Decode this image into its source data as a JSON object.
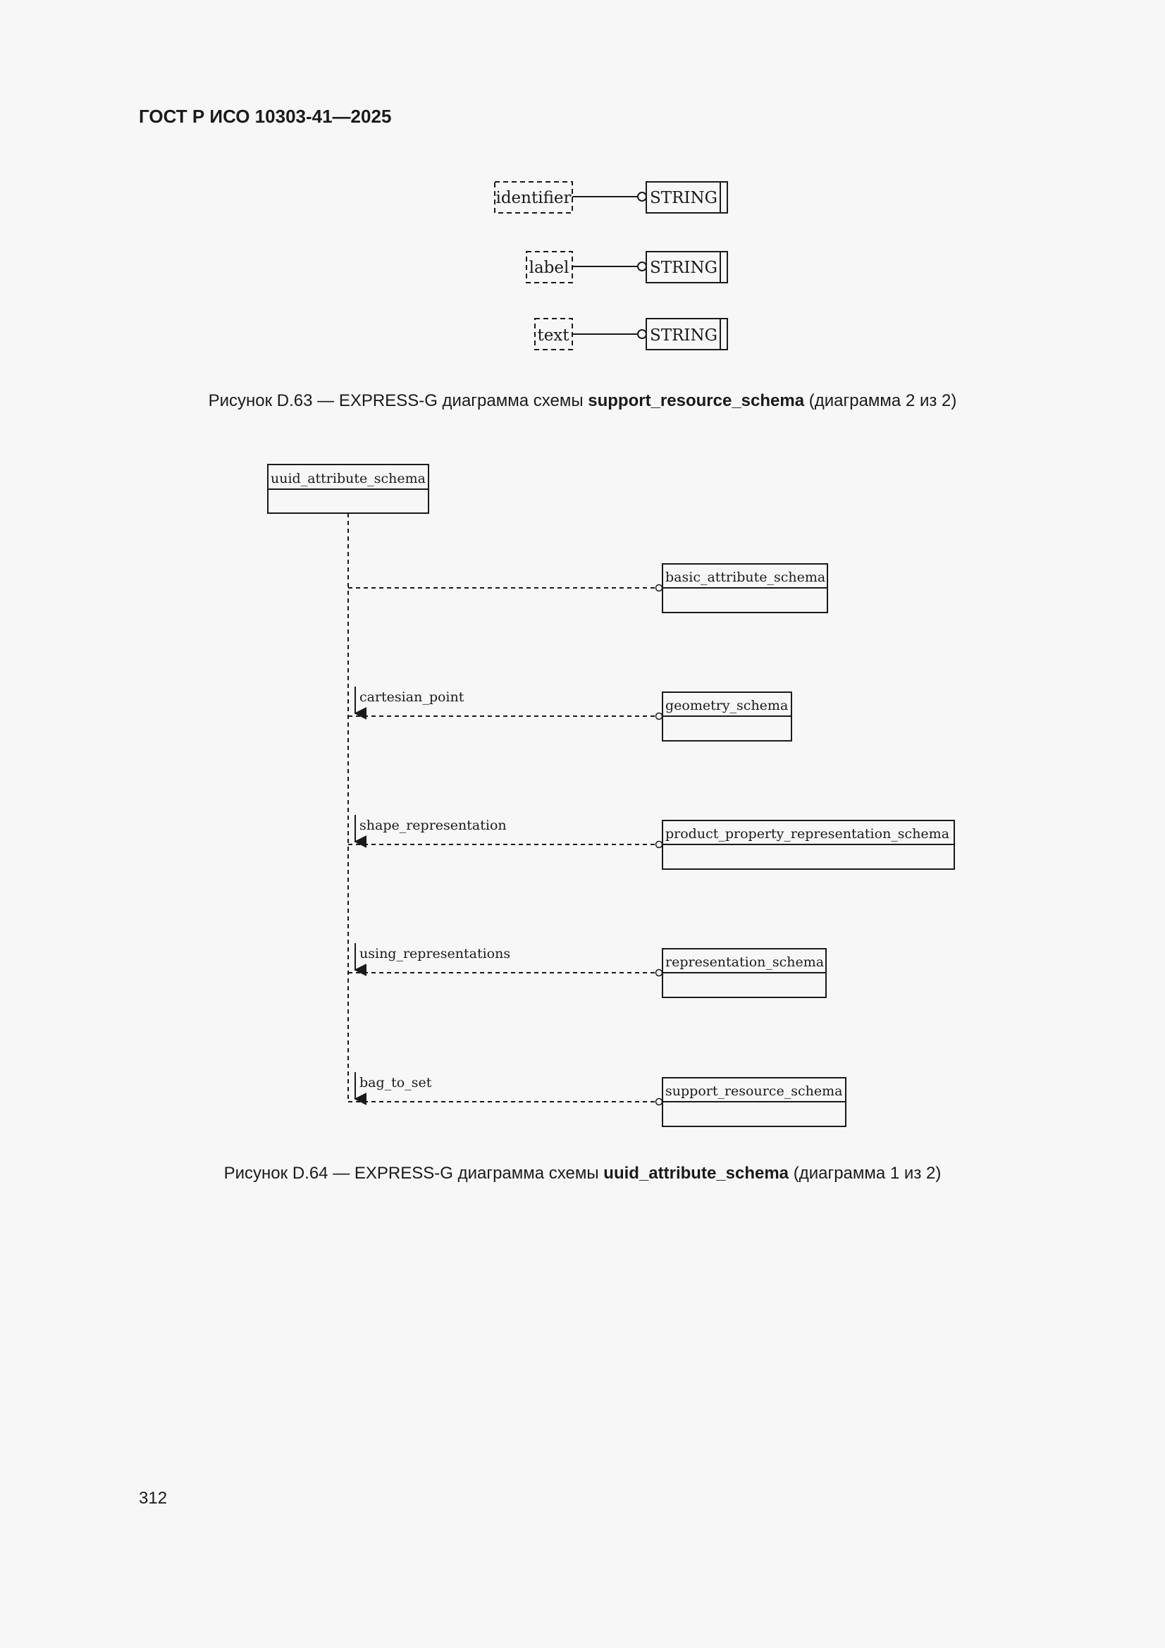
{
  "header": {
    "title": "ГОСТ Р ИСО 10303-41—2025"
  },
  "figure_d63": {
    "attributes": [
      {
        "name": "identifier",
        "type": "STRING"
      },
      {
        "name": "label",
        "type": "STRING"
      },
      {
        "name": "text",
        "type": "STRING"
      }
    ],
    "caption_prefix": "Рисунок D.63 — EXPRESS-G диаграмма схемы",
    "caption_schema": "support_resource_schema",
    "caption_suffix": "(диаграмма 2 из 2)"
  },
  "figure_d64": {
    "main_schema": "uuid_attribute_schema",
    "references": [
      {
        "schema": "basic_attribute_schema",
        "item": ""
      },
      {
        "schema": "geometry_schema",
        "item": "cartesian_point"
      },
      {
        "schema": "product_property_representation_schema",
        "item": "shape_representation"
      },
      {
        "schema": "representation_schema",
        "item": "using_representations"
      },
      {
        "schema": "support_resource_schema",
        "item": "bag_to_set"
      }
    ],
    "caption_prefix": "Рисунок D.64 — EXPRESS-G диаграмма схемы",
    "caption_schema": "uuid_attribute_schema",
    "caption_suffix": "(диаграмма 1 из 2)"
  },
  "footer": {
    "page_number": "312"
  }
}
